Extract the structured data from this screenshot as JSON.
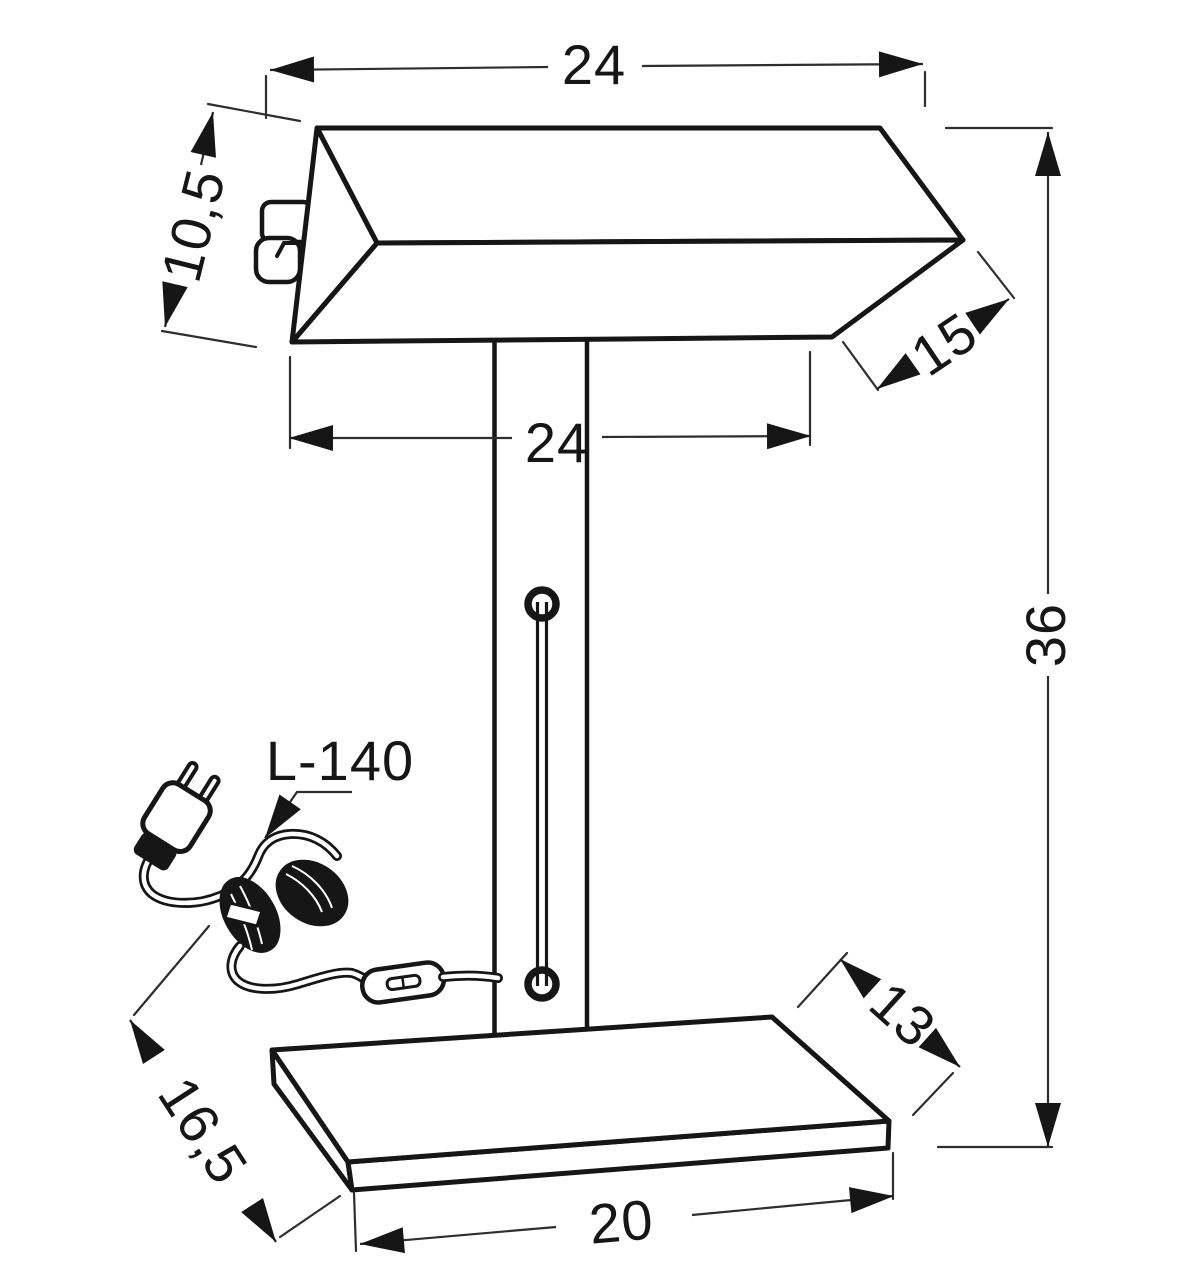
{
  "drawing": {
    "title": "table lamp technical dimension drawing",
    "units_note": "",
    "colors": {
      "line": "#161616",
      "thin_line": "#2e2e2e",
      "background": "#ffffff"
    }
  },
  "dimensions": {
    "shade_top_width": "24",
    "shade_height": "10,5",
    "shade_depth": "15",
    "shade_bottom_width": "24",
    "total_height": "36",
    "base_depth": "13",
    "base_diagonal": "16,5",
    "base_width": "20",
    "cable_length_label": "L-140"
  }
}
